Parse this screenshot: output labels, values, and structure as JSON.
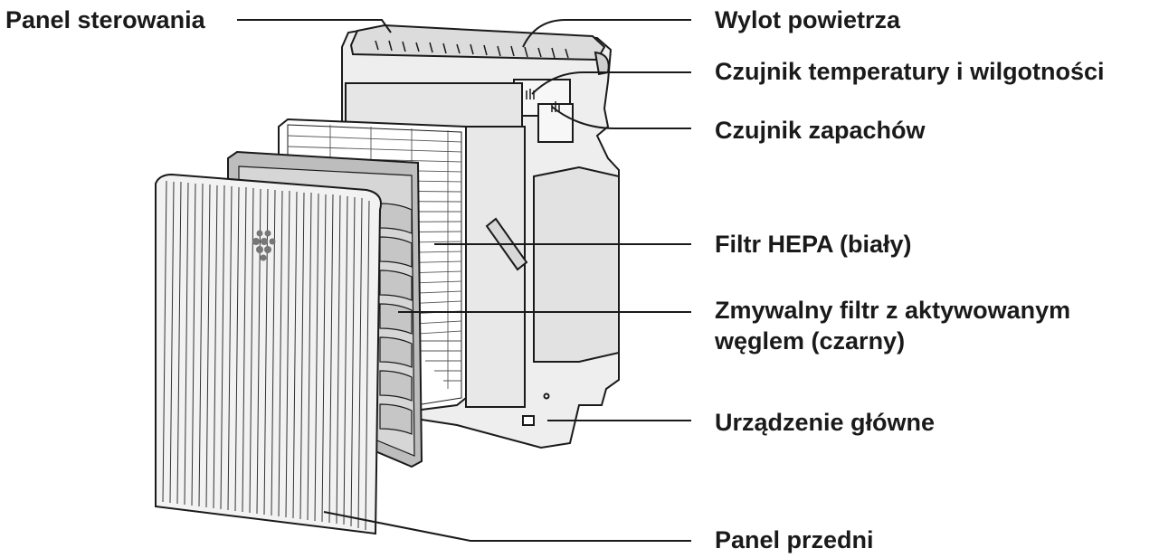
{
  "labels": {
    "control_panel": "Panel sterowania",
    "air_outlet": "Wylot powietrza",
    "temp_humidity_sensor": "Czujnik temperatury i wilgotności",
    "odor_sensor": "Czujnik zapachów",
    "hepa_filter": "Filtr HEPA (biały)",
    "carbon_filter_line1": "Zmywalny filtr z aktywowanym",
    "carbon_filter_line2": "węglem (czarny)",
    "main_unit": "Urządzenie główne",
    "front_panel": "Panel przedni"
  },
  "colors": {
    "line": "#1a1a1a",
    "unit_fill": "#eeeeee",
    "panel_fill": "#f2f2f2",
    "carbon_fill": "#bdbdbd",
    "hepa_fill": "#ffffff"
  }
}
